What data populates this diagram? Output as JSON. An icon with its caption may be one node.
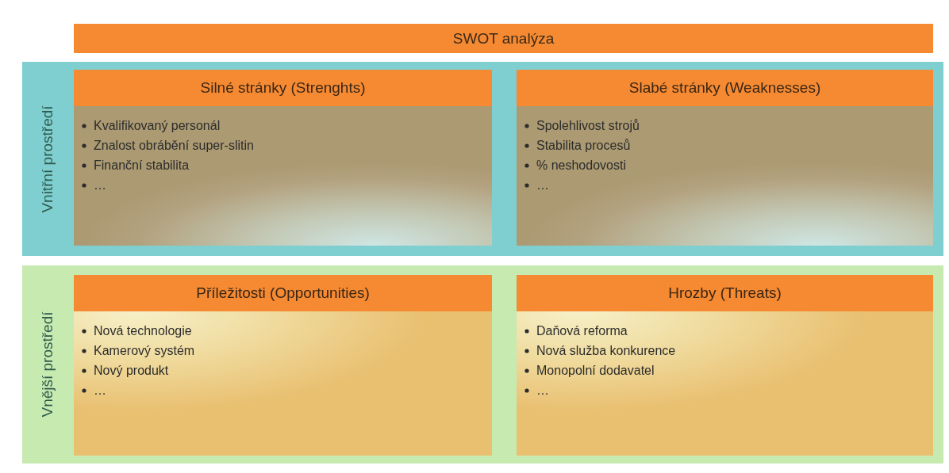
{
  "diagram": {
    "nodes": [
      {
        "text": [
          "SWOT analýza"
        ]
      },
      {
        "text": [
          "Vnitřní prostředí"
        ]
      },
      {
        "text": [
          "Silné stránky (Strenghts)",
          "Kvalifikovaný personál",
          "Znalost obrábění super-slitin",
          "Finanční stabilita",
          "…"
        ],
        "in": 1
      },
      {
        "text": [
          "Slabé stránky (Weaknesses)",
          "Spolehlivost strojů",
          "Stabilita procesů",
          "% neshodovosti",
          "…"
        ],
        "in": 1
      },
      {
        "text": [
          "Vnější prostředí"
        ]
      },
      {
        "text": [
          "Příležitosti (Opportunities)",
          "Nová technologie",
          "Kamerový systém",
          "Nový produkt",
          "…"
        ],
        "in": 4
      },
      {
        "text": [
          "Hrozby (Threats)",
          "Daňová reforma",
          "Nová služba konkurence",
          "Monopolní dodavatel",
          "…"
        ],
        "in": 4
      }
    ]
  }
}
